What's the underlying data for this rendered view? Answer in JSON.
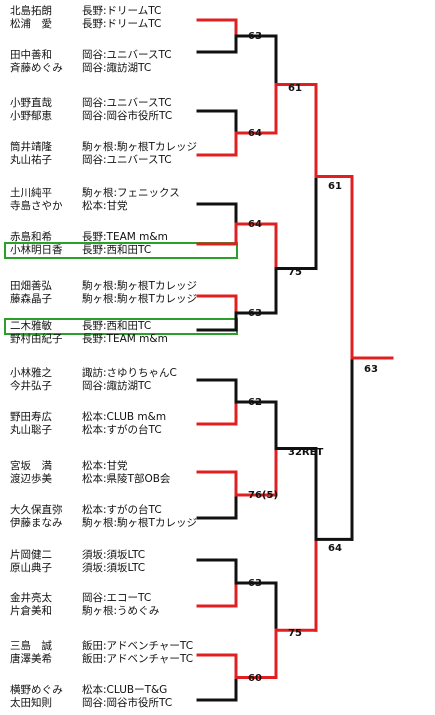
{
  "colors": {
    "win_line": "#e02020",
    "lose_line": "#111111",
    "highlight_box": "#2aa02a"
  },
  "pairs": [
    {
      "p1": {
        "name": "北島拓朗",
        "club": "長野:ドリームTC"
      },
      "p2": {
        "name": "松浦　愛",
        "club": "長野:ドリームTC"
      }
    },
    {
      "p1": {
        "name": "田中善和",
        "club": "岡谷:ユニバースTC"
      },
      "p2": {
        "name": "斉藤めぐみ",
        "club": "岡谷:諏訪湖TC"
      }
    },
    {
      "p1": {
        "name": "小野直哉",
        "club": "岡谷:ユニバースTC"
      },
      "p2": {
        "name": "小野郁恵",
        "club": "岡谷:岡谷市役所TC"
      }
    },
    {
      "p1": {
        "name": "筒井靖隆",
        "club": "駒ヶ根:駒ヶ根Tカレッジ"
      },
      "p2": {
        "name": "丸山祐子",
        "club": "岡谷:ユニバースTC"
      }
    },
    {
      "p1": {
        "name": "土川純平",
        "club": "駒ヶ根:フェニックス"
      },
      "p2": {
        "name": "寺島さやか",
        "club": "松本:甘党"
      }
    },
    {
      "p1": {
        "name": "赤島和希",
        "club": "長野:TEAM m&m"
      },
      "p2": {
        "name": "小林明日香",
        "club": "長野:西和田TC"
      }
    },
    {
      "p1": {
        "name": "田畑善弘",
        "club": "駒ヶ根:駒ヶ根Tカレッジ"
      },
      "p2": {
        "name": "藤森晶子",
        "club": "駒ヶ根:駒ヶ根Tカレッジ"
      }
    },
    {
      "p1": {
        "name": "二木雅敏",
        "club": "長野:西和田TC"
      },
      "p2": {
        "name": "野村由紀子",
        "club": "長野:TEAM m&m"
      }
    },
    {
      "p1": {
        "name": "小林雅之",
        "club": "諏訪:さゆりちゃんC"
      },
      "p2": {
        "name": "今井弘子",
        "club": "岡谷:諏訪湖TC"
      }
    },
    {
      "p1": {
        "name": "野田寿広",
        "club": "松本:CLUB m&m"
      },
      "p2": {
        "name": "丸山聡子",
        "club": "松本:すがの台TC"
      }
    },
    {
      "p1": {
        "name": "宮坂　満",
        "club": "松本:甘党"
      },
      "p2": {
        "name": "渡辺歩美",
        "club": "松本:県陵T部OB会"
      }
    },
    {
      "p1": {
        "name": "大久保直弥",
        "club": "松本:すがの台TC"
      },
      "p2": {
        "name": "伊藤まなみ",
        "club": "駒ヶ根:駒ヶ根Tカレッジ"
      }
    },
    {
      "p1": {
        "name": "片岡健二",
        "club": "須坂:須坂LTC"
      },
      "p2": {
        "name": "原山典子",
        "club": "須坂:須坂LTC"
      }
    },
    {
      "p1": {
        "name": "金井亮太",
        "club": "岡谷:エコーTC"
      },
      "p2": {
        "name": "片倉美和",
        "club": "駒ヶ根:うめぐみ"
      }
    },
    {
      "p1": {
        "name": "三島　誠",
        "club": "飯田:アドベンチャーTC"
      },
      "p2": {
        "name": "唐澤美希",
        "club": "飯田:アドベンチャーTC"
      }
    },
    {
      "p1": {
        "name": "横野めぐみ",
        "club": "松本:CLUBーT&G"
      },
      "p2": {
        "name": "太田知則",
        "club": "岡谷:岡谷市役所TC"
      }
    }
  ],
  "scores": {
    "r1": [
      "63",
      "64",
      "64",
      "63",
      "62",
      "76(5)",
      "63",
      "60"
    ],
    "r2": [
      "61",
      "75",
      "32RET",
      "75"
    ],
    "r3": [
      "61",
      "64"
    ],
    "final": "63"
  }
}
